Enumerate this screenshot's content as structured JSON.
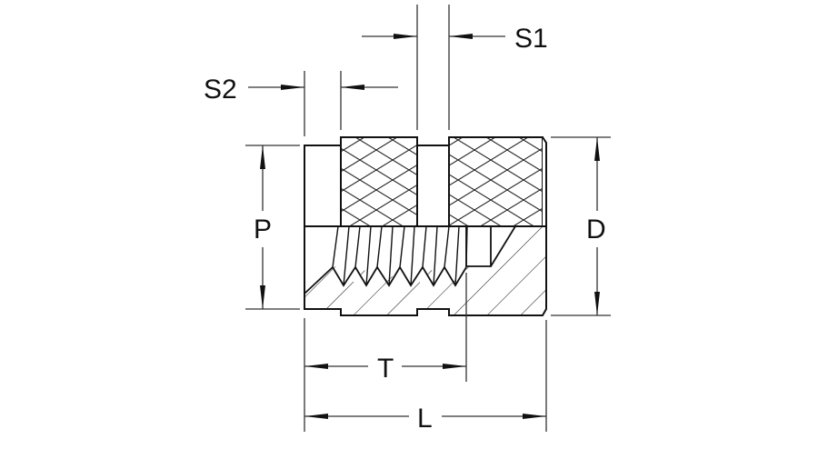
{
  "diagram": {
    "subject": "threaded heat-set insert cross-section",
    "dimensions": {
      "S1": "S1",
      "S2": "S2",
      "P": "P",
      "D": "D",
      "T": "T",
      "L": "L"
    },
    "colors": {
      "line": "#111111",
      "dim_line": "#333333",
      "background": "#ffffff"
    }
  }
}
